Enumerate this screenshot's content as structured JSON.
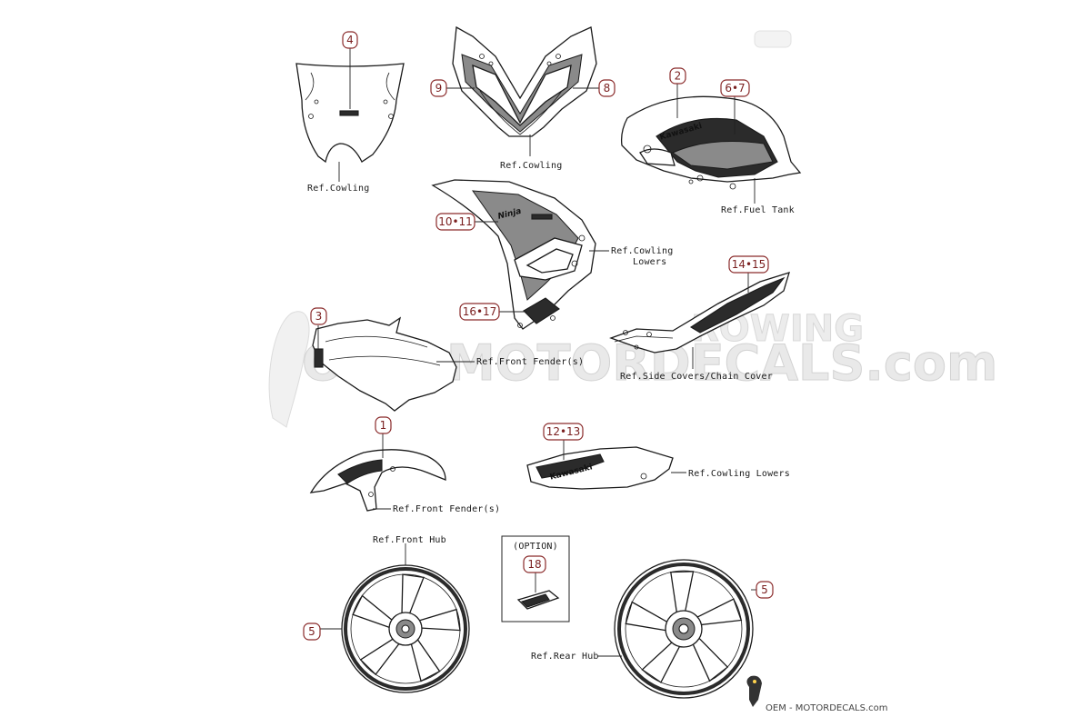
{
  "watermark": {
    "main": "OEM-MOTORDECALS.com",
    "side": "ROWING"
  },
  "callouts": [
    {
      "id": "c4",
      "num": "4"
    },
    {
      "id": "c9",
      "num": "9"
    },
    {
      "id": "c8",
      "num": "8"
    },
    {
      "id": "c2",
      "num": "2"
    },
    {
      "id": "c67",
      "num": "6•7"
    },
    {
      "id": "c1011",
      "num": "10•11"
    },
    {
      "id": "c1415",
      "num": "14•15"
    },
    {
      "id": "c1617",
      "num": "16•17"
    },
    {
      "id": "c3",
      "num": "3"
    },
    {
      "id": "c1",
      "num": "1"
    },
    {
      "id": "c1213",
      "num": "12•13"
    },
    {
      "id": "c18",
      "num": "18"
    },
    {
      "id": "c5a",
      "num": "5"
    },
    {
      "id": "c5b",
      "num": "5"
    }
  ],
  "labels": {
    "windscreen_ref": "Ref.Cowling",
    "cowl_ref": "Ref.Cowling",
    "tank_ref": "Ref.Fuel Tank",
    "cowling_lowers_ref_1": "Ref.Cowling",
    "cowling_lowers_ref_2": "Lowers",
    "rear_fender_ref": "Ref.Front Fender(s)",
    "side_covers_ref": "Ref.Side Covers/Chain Cover",
    "front_fender_ref": "Ref.Front Fender(s)",
    "lower_cowl_ref": "Ref.Cowling Lowers",
    "front_hub_ref": "Ref.Front Hub",
    "rear_hub_ref": "Ref.Rear Hub",
    "option": "(OPTION)"
  },
  "decals": {
    "tank_brand": "Kawasaki",
    "side_model": "Ninja",
    "lower_brand": "Kawasaki"
  },
  "logo": {
    "text": "OEM - MOTORDECALS.com"
  },
  "colors": {
    "callout_stroke": "#8a2a2a",
    "callout_text": "#7a1f1f",
    "line": "#1a1a1a"
  }
}
